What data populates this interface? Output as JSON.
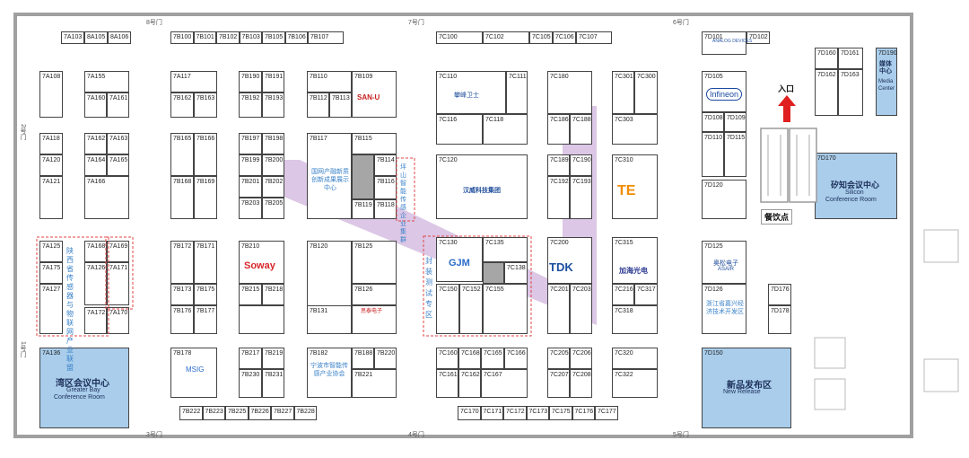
{
  "gates": {
    "g8": "8号门",
    "g7": "7号门",
    "g6": "6号门",
    "g2": "2号门",
    "g1": "1号门",
    "g3": "3号门",
    "g4": "4号门",
    "g5": "5号门"
  },
  "booths": [
    "7A103",
    "8A105",
    "8A106",
    "7A108",
    "7A155",
    "7A160",
    "7A161",
    "7A118",
    "7A162",
    "7A163",
    "7A120",
    "7A164",
    "7A165",
    "7A121",
    "7A166",
    "7A125",
    "7A168",
    "7A169",
    "7A175",
    "7A126",
    "7A127",
    "7A171",
    "7A172",
    "7A170",
    "7B100",
    "7B101",
    "7B102",
    "7B103",
    "7B105",
    "7B106",
    "7B107",
    "7A117",
    "7B162",
    "7B163",
    "7B190",
    "7B191",
    "7B192",
    "7B193",
    "7B110",
    "7B109",
    "7B112",
    "7B113",
    "7B165",
    "7B166",
    "7B197",
    "7B198",
    "7B199",
    "7B200",
    "7B201",
    "7B202",
    "7B203",
    "7B205",
    "7B168",
    "7B169",
    "7B117",
    "7B115",
    "7B114",
    "7B116",
    "7B119",
    "7B118",
    "7B172",
    "7B171",
    "7B173",
    "7B175",
    "7B176",
    "7B177",
    "7B210",
    "7B215",
    "7B218",
    "7B120",
    "7B125",
    "7B126",
    "7B131",
    "7B178",
    "7B217",
    "7B219",
    "7B230",
    "7B231",
    "7B182",
    "7B188",
    "7B220",
    "7B221",
    "7B222",
    "7B223",
    "7B225",
    "7B226",
    "7B227",
    "7B228",
    "7C100",
    "7C102",
    "7C105",
    "7C106",
    "7C107",
    "7C110",
    "7C111",
    "7C116",
    "7C118",
    "7C180",
    "7C186",
    "7C188",
    "7C301",
    "7C300",
    "7C303",
    "7C120",
    "7C189",
    "7C190",
    "7C192",
    "7C193",
    "7C310",
    "7C130",
    "7C135",
    "7C138",
    "7C150",
    "7C152",
    "7C155",
    "7C200",
    "7C201",
    "7C203",
    "7C315",
    "7C216",
    "7C317",
    "7C318",
    "7C160",
    "7C168",
    "7C165",
    "7C166",
    "7C161",
    "7C162",
    "7C167",
    "7C205",
    "7C206",
    "7C207",
    "7C208",
    "7C320",
    "7C322",
    "7C170",
    "7C171",
    "7C172",
    "7C173",
    "7C175",
    "7C176",
    "7C177",
    "7D101",
    "7D102",
    "7D160",
    "7D161",
    "7D162",
    "7D163",
    "7D190",
    "7D105",
    "7D108",
    "7D109",
    "7D110",
    "7D115",
    "7D120",
    "7D125",
    "7D126",
    "7D176",
    "7D178",
    "7D170",
    "7D150",
    "7A136"
  ],
  "logos": {
    "soway": "Soway",
    "sanu": "SAN-U",
    "tdk": "TDK",
    "te": "TE",
    "infineon": "Infineon",
    "analog": "ANALOG DEVICES",
    "hanwei": "汉威科技集团",
    "sensor_guardian": "攀峰卫士",
    "jiahai": "加海光电",
    "gjm": "GJM",
    "msig": "MSIG",
    "asair_cn": "奥松电子",
    "asair_en": "ASAIR",
    "b126_logo": "思泰电子"
  },
  "areas": {
    "china_tech_center": "国网产融新质创新成果展示中心",
    "pingshan_cluster": "坪山智能传感企业集群",
    "shaanxi_alliance": "陕西省传感器与物联网产业联盟",
    "ningbo_assoc": "宁波市智能传感产业协会",
    "packaging_zone": "封装测试专区",
    "zhejiang_zone": "浙江省嘉兴经济技术开发区",
    "bay_cn": "湾区会议中心",
    "bay_en1": "Greater Bay",
    "bay_en2": "Conference Room",
    "silicon_cn": "矽知会议中心",
    "silicon_en1": "Silicon",
    "silicon_en2": "Conference Room",
    "release_cn": "新品发布区",
    "release_en": "New Release",
    "media_cn": "媒体中心",
    "media_en1": "Media",
    "media_en2": "Center",
    "entrance": "入口",
    "dining": "餐饮点"
  }
}
